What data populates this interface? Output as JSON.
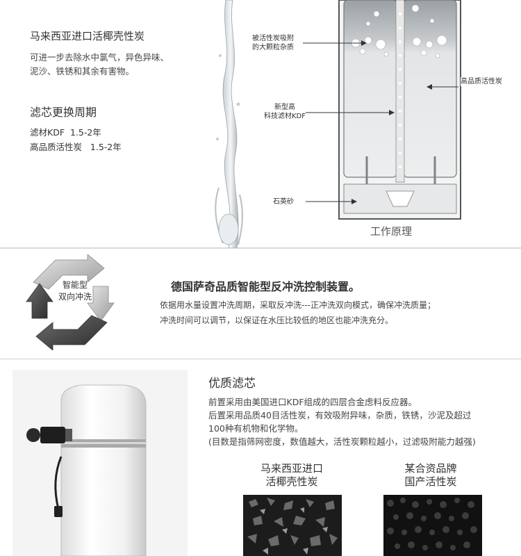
{
  "section1": {
    "title": "马来西亚进口活椰壳性炭",
    "desc_lines": [
      "可进一步去除水中氯气，异色异味、",
      "泥沙、铁锈和其余有害物。"
    ],
    "cycle_title": "滤芯更换周期",
    "cycle_lines": [
      "滤材KDF  1.5-2年",
      "高品质活性炭   1.5-2年"
    ],
    "diagram": {
      "label_adsorbed": [
        "被活性炭吸附",
        "的大颗粒杂质"
      ],
      "label_carbon": "高品质活性炭",
      "label_kdf": [
        "新型高",
        "科技滤材KDF"
      ],
      "label_sand": "石英砂",
      "caption": "工作原理"
    }
  },
  "section2": {
    "icon_text": [
      "智能型",
      "双向冲洗"
    ],
    "title": "德国萨奇品质智能型反冲洗控制装置。",
    "desc_lines": [
      "依据用水量设置冲洗周期，采取反冲洗---正冲洗双向模式，确保冲洗质量；",
      "冲洗时间可以调节，以保证在水压比较低的地区也能冲洗充分。"
    ]
  },
  "section3": {
    "title": "优质滤芯",
    "desc_lines": [
      "前置采用由美国进口KDF组成的四层合金虑料反应器。",
      "后置采用品质40目活性炭，有效吸附异味，杂质，铁锈，沙泥及超过",
      "100种有机物和化学物。",
      "(目数是指筛网密度，数值越大，活性炭颗粒越小，过滤吸附能力越强)"
    ],
    "compare_left": [
      "马来西亚进口",
      "活椰壳性炭"
    ],
    "compare_right": [
      "某合资品牌",
      "国产活性炭"
    ]
  }
}
